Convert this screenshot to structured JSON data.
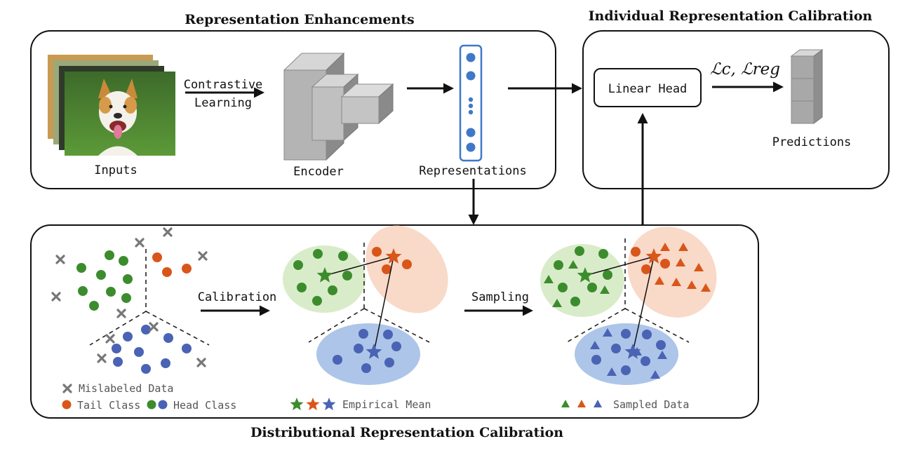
{
  "titles": {
    "enhancements": "Representation Enhancements",
    "individual": "Individual Representation Calibration",
    "distributional": "Distributional Representation Calibration"
  },
  "labels": {
    "contrastive_line1": "Contrastive",
    "contrastive_line2": "Learning",
    "inputs": "Inputs",
    "encoder": "Encoder",
    "representations": "Representations",
    "linear_head": "Linear Head",
    "loss": "ℒc, ℒreg",
    "predictions": "Predictions",
    "calibration": "Calibration",
    "sampling": "Sampling"
  },
  "legend": {
    "mislabeled": "Mislabeled Data",
    "tail": "Tail Class",
    "head": "Head Class",
    "empirical_mean": "Empirical Mean",
    "sampled": "Sampled Data"
  },
  "colors": {
    "green": "#3c8c2e",
    "orange": "#d9561a",
    "blue": "#4a63b4",
    "gray": "#777777",
    "green_region": "#d9ecc9",
    "orange_region": "#f9d9c8",
    "blue_region": "#adc5e8",
    "rep_dot": "#3f78c9"
  },
  "icons": {
    "input_image": "dog-photo-stack",
    "encoder": "encoder-3d-blocks",
    "predictions": "prediction-cubes"
  }
}
